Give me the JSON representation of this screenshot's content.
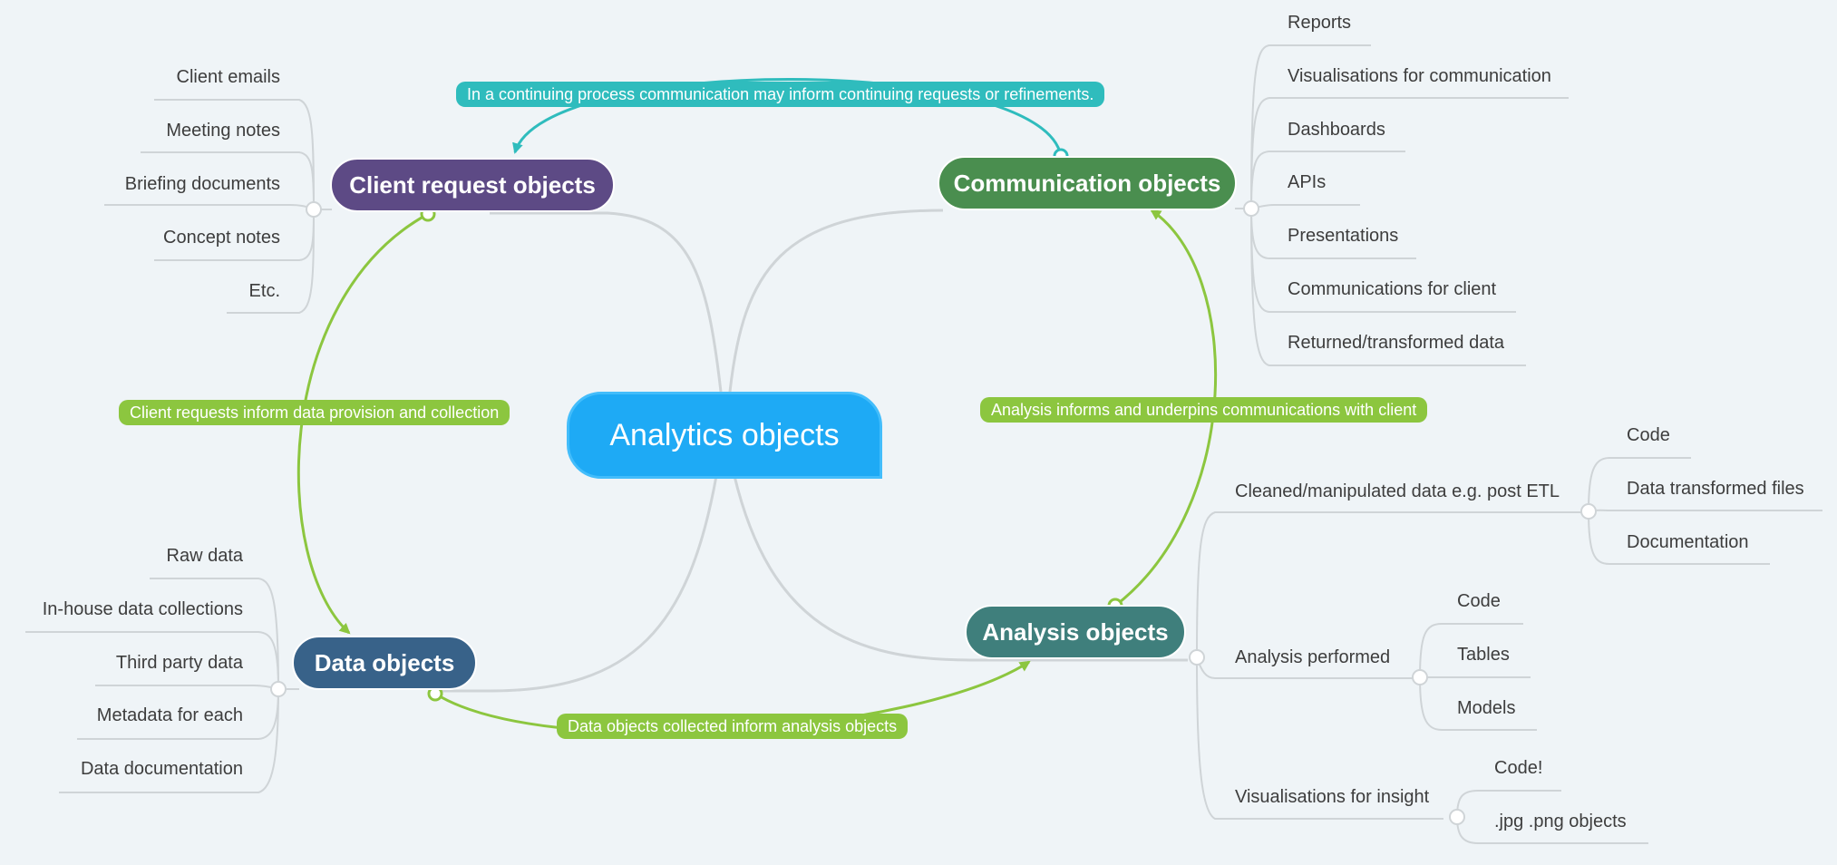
{
  "central": {
    "label": "Analytics objects",
    "color": "#1eaaf5"
  },
  "topics": {
    "client_request": {
      "label": "Client request objects",
      "color": "#5d4a85",
      "items": [
        "Client emails",
        "Meeting notes",
        "Briefing documents",
        "Concept notes",
        "Etc."
      ]
    },
    "communication": {
      "label": "Communication objects",
      "color": "#4a8e4f",
      "items": [
        "Reports",
        "Visualisations for communication",
        "Dashboards",
        "APIs",
        "Presentations",
        "Communications for client",
        "Returned/transformed data"
      ]
    },
    "data": {
      "label": "Data objects",
      "color": "#386289",
      "items": [
        "Raw data",
        "In-house data collections",
        "Third party data",
        "Metadata for each",
        "Data documentation"
      ]
    },
    "analysis": {
      "label": "Analysis objects",
      "color": "#3f7f7c",
      "subtopics": [
        {
          "label": "Cleaned/manipulated data e.g. post ETL",
          "items": [
            "Code",
            "Data transformed files",
            "Documentation"
          ]
        },
        {
          "label": "Analysis performed",
          "items": [
            "Code",
            "Tables",
            "Models"
          ]
        },
        {
          "label": "Visualisations for insight",
          "items": [
            "Code!",
            ".jpg .png objects"
          ]
        }
      ]
    }
  },
  "relationships": {
    "comm_to_client": "In a continuing process communication may inform continuing requests or refinements.",
    "client_to_data": "Client requests inform data provision and collection",
    "analysis_to_comm": "Analysis informs and underpins communications with client",
    "data_to_analysis": "Data objects collected inform analysis objects"
  },
  "colors": {
    "relationship_green": "#8cc63f",
    "relationship_teal": "#2fbcbd",
    "connector": "#cfd4d7"
  }
}
